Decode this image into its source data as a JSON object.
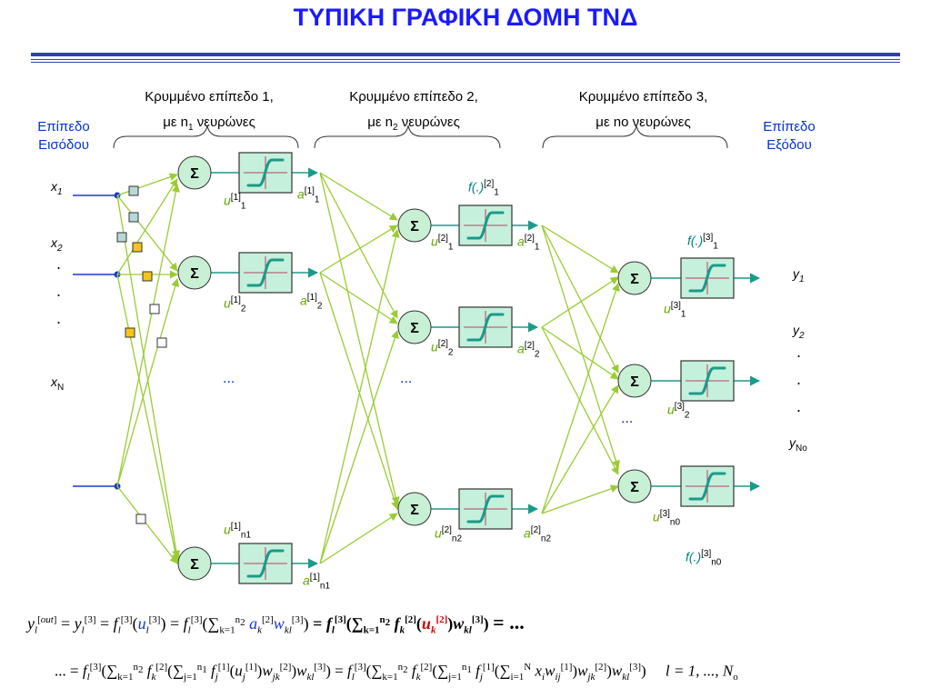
{
  "title": "ΤΥΠΙΚΗ ΓΡΑΦΙΚΗ ΔΟΜΗ ΤΝΔ",
  "headers": {
    "hidden1_line1": "Κρυμμένο επίπεδο 1,",
    "hidden1_line2_pre": "με n",
    "hidden1_line2_sub": "1",
    "hidden1_line2_post": " νευρώνες",
    "hidden2_line1": "Κρυμμένο επίπεδο 2,",
    "hidden2_line2_pre": "με n",
    "hidden2_line2_sub": "2",
    "hidden2_line2_post": " νευρώνες",
    "hidden3_line1": "Κρυμμένο επίπεδο 3,",
    "hidden3_line2": "με no νευρώνες",
    "input_line1": "Επίπεδο",
    "input_line2": "Εισόδου",
    "output_line1": "Επίπεδο",
    "output_line2": "Εξόδου"
  },
  "inputs": {
    "x1": "x",
    "x1_sub": "1",
    "x2": "x",
    "x2_sub": "2",
    "xN": "x",
    "xN_sub": "N",
    "dot": "."
  },
  "outputs": {
    "y1": "y",
    "y1_sub": "1",
    "y2": "y",
    "y2_sub": "2",
    "yNo": "y",
    "yNo_sub": "No",
    "dot": "."
  },
  "neuron_symbol": "Σ",
  "ellipsis": "...",
  "labels": {
    "u11": {
      "base": "u",
      "sup": "[1]",
      "sub": "1"
    },
    "u12": {
      "base": "u",
      "sup": "[1]",
      "sub": "2"
    },
    "u1n1": {
      "base": "u",
      "sup": "[1]",
      "sub": "n1"
    },
    "a11": {
      "base": "a",
      "sup": "[1]",
      "sub": "1"
    },
    "a12": {
      "base": "a",
      "sup": "[1]",
      "sub": "2"
    },
    "a1n1": {
      "base": "a",
      "sup": "[1]",
      "sub": "n1"
    },
    "u21": {
      "base": "u",
      "sup": "[2]",
      "sub": "1"
    },
    "u22": {
      "base": "u",
      "sup": "[2]",
      "sub": "2"
    },
    "u2n2": {
      "base": "u",
      "sup": "[2]",
      "sub": "n2"
    },
    "a21": {
      "base": "a",
      "sup": "[2]",
      "sub": "1"
    },
    "a22": {
      "base": "a",
      "sup": "[2]",
      "sub": "2"
    },
    "a2n2": {
      "base": "a",
      "sup": "[2]",
      "sub": "n2"
    },
    "u31": {
      "base": "u",
      "sup": "[3]",
      "sub": "1"
    },
    "u32": {
      "base": "u",
      "sup": "[3]",
      "sub": "2"
    },
    "u3n0": {
      "base": "u",
      "sup": "[3]",
      "sub": "n0"
    },
    "f21": {
      "base": "f(.)",
      "sup": "[2]",
      "sub": "1"
    },
    "f31": {
      "base": "f(.)",
      "sup": "[3]",
      "sub": "1"
    },
    "f3n0": {
      "base": "f(.)",
      "sup": "[3]",
      "sub": "n0"
    }
  },
  "formula": {
    "line1_left": "y",
    "line1_trail": "= ...",
    "line2_lead": "... =",
    "index_range": "l = 1, ..., N",
    "index_range_sub": "o"
  },
  "colors": {
    "title": "#1a1aff",
    "neuron_fill": "#c8f0d4",
    "activation_fill": "#c5f0dc",
    "activation_curve": "#1a9a8a",
    "connection": "#99cc33",
    "input_line": "#1a3acc",
    "output_line": "#1a9a8a",
    "highlight": "#d00000"
  }
}
